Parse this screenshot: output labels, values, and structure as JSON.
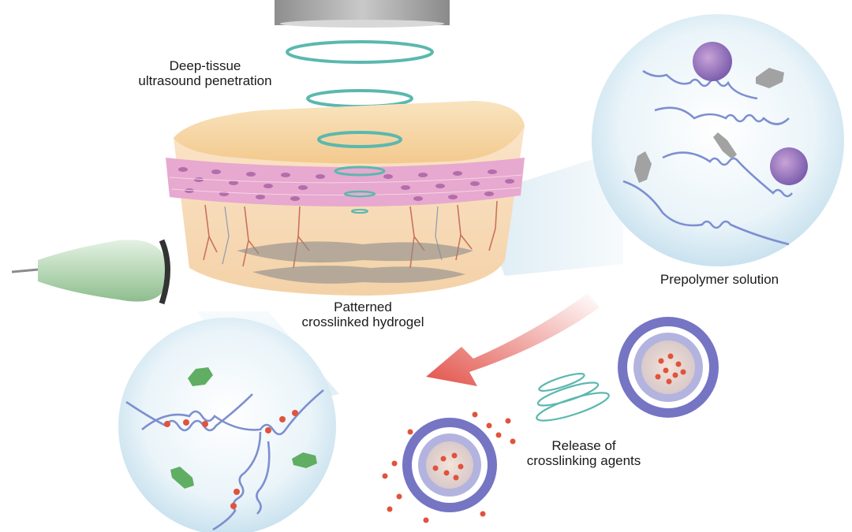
{
  "labels": {
    "penetration": [
      "Deep-tissue",
      "ultrasound penetration"
    ],
    "hydrogel": [
      "Patterned",
      "crosslinked hydrogel"
    ],
    "prepolymer": "Prepolymer solution",
    "release": [
      "Release of",
      "crosslinking agents"
    ]
  },
  "colors": {
    "ring": "#5bb8ae",
    "skin": "#f6d7a4",
    "cells": "#e7a9cf",
    "nucleus": "#a35aa0",
    "vessel": "#c9725d",
    "polymer": "#7d8fd0",
    "bubble": "#dcedf6",
    "probe": "#bcdcbc",
    "crosslinker": "#e0533c",
    "gel_particle": "#5fae63",
    "arrow": "#e2524a",
    "liposome": "#7575c4"
  },
  "icons": [
    "transducer-icon",
    "ultrasound-probe-icon",
    "liposome-icon",
    "polymer-chain-icon",
    "hexagon-particle-icon",
    "release-arrow-icon"
  ]
}
